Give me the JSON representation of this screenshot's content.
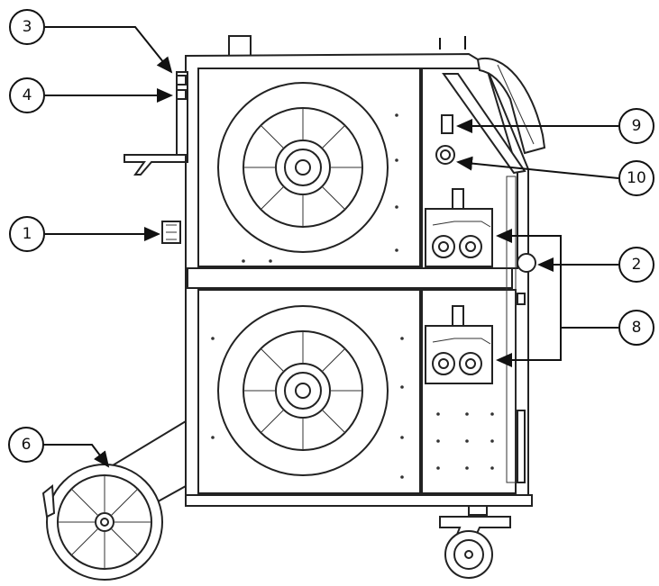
{
  "callouts": [
    {
      "label": "3"
    },
    {
      "label": "4"
    },
    {
      "label": "1"
    },
    {
      "label": "6"
    },
    {
      "label": "9"
    },
    {
      "label": "10"
    },
    {
      "label": "2"
    },
    {
      "label": "8"
    }
  ]
}
